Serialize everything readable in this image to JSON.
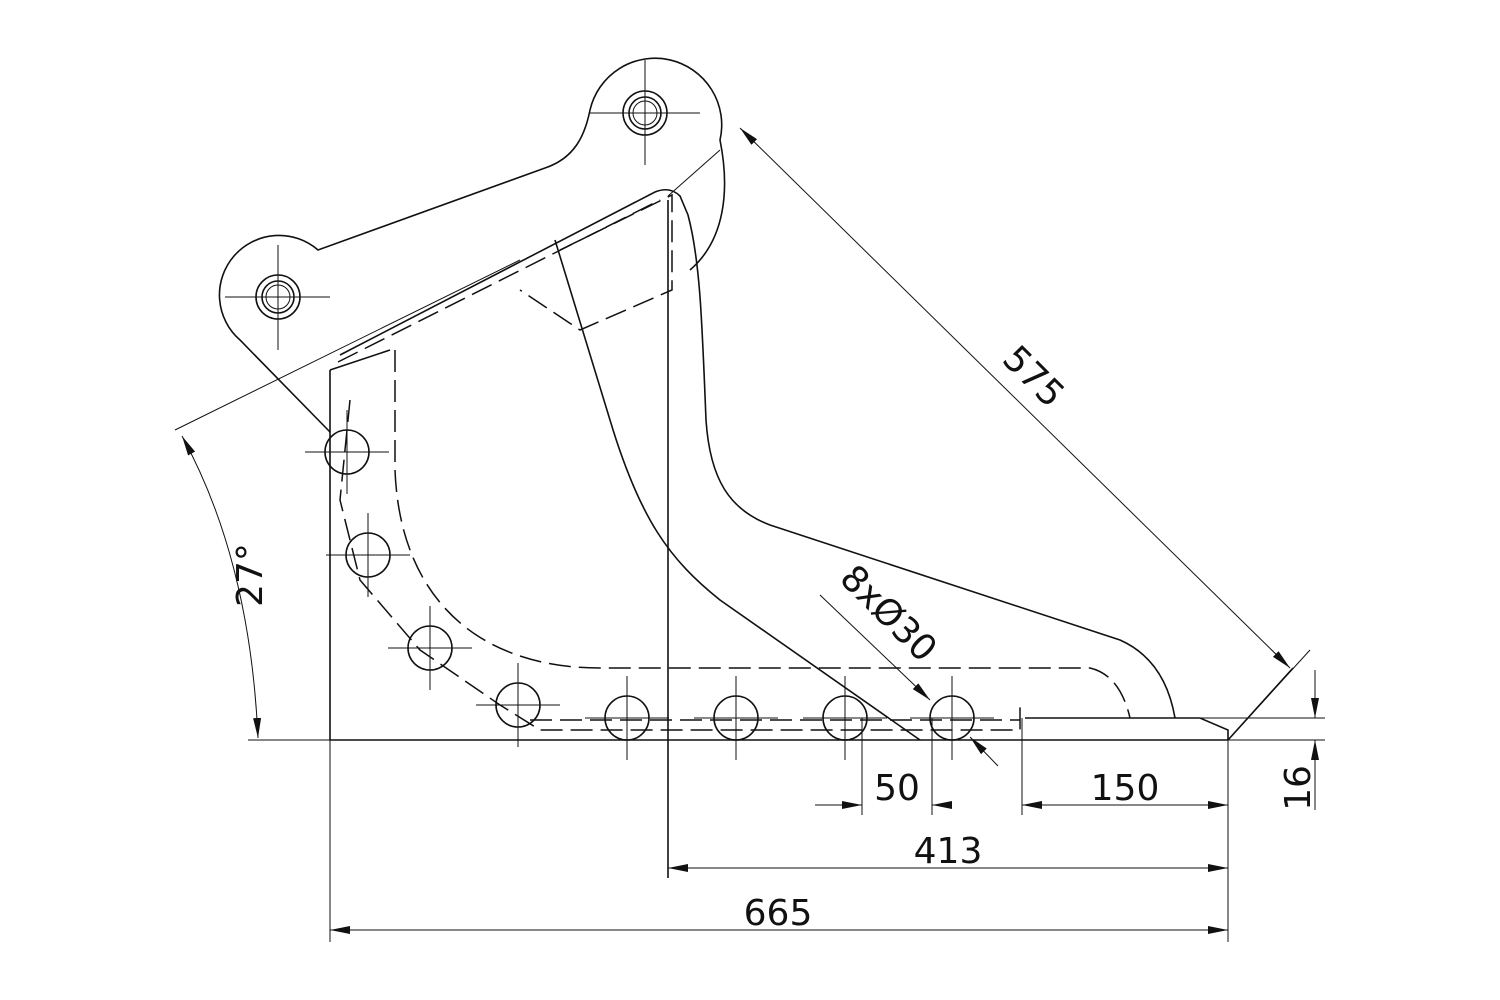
{
  "drawing": {
    "dimensions": {
      "diagonal_length": "575",
      "angle": "27°",
      "holes": "8xØ30",
      "hole_pitch": "50",
      "tip_length": "150",
      "tip_thickness": "16",
      "rear_length": "413",
      "overall_length": "665"
    },
    "hole_count": 8,
    "line_color": "#111111"
  }
}
